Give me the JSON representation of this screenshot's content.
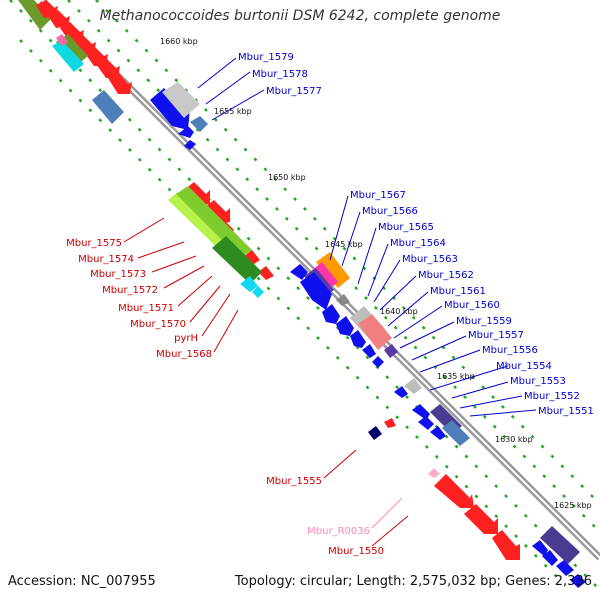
{
  "title": "Methanococcoides burtonii DSM 6242, complete genome",
  "footer": {
    "accession": "Accession: NC_007955",
    "summary": "Topology: circular; Length: 2,575,032 bp; Genes: 2,336"
  },
  "colors": {
    "blue_label": "#0000cc",
    "red_label": "#cc0000",
    "pink_label": "#ff88bb",
    "backbone": "#9a9a9a",
    "ruler_dot": "#22aa22"
  },
  "ticks": [
    "1660 kbp",
    "1655 kbp",
    "1650 kbp",
    "1645 kbp",
    "1640 kbp",
    "1635 kbp",
    "1630 kbp",
    "1625 kbp"
  ],
  "labels_top": [
    "Mbur_1579",
    "Mbur_1578",
    "Mbur_1577"
  ],
  "labels_right": [
    "Mbur_1567",
    "Mbur_1566",
    "Mbur_1565",
    "Mbur_1564",
    "Mbur_1563",
    "Mbur_1562",
    "Mbur_1561",
    "Mbur_1560",
    "Mbur_1559",
    "Mbur_1557",
    "Mbur_1556",
    "Mbur_1554",
    "Mbur_1553",
    "Mbur_1552",
    "Mbur_1551"
  ],
  "labels_left": [
    "Mbur_1575",
    "Mbur_1574",
    "Mbur_1573",
    "Mbur_1572",
    "Mbur_1571",
    "Mbur_1570",
    "pyrH",
    "Mbur_1568"
  ],
  "labels_bottom": [
    "Mbur_1555",
    "Mbur_R0036",
    "Mbur_1550"
  ]
}
